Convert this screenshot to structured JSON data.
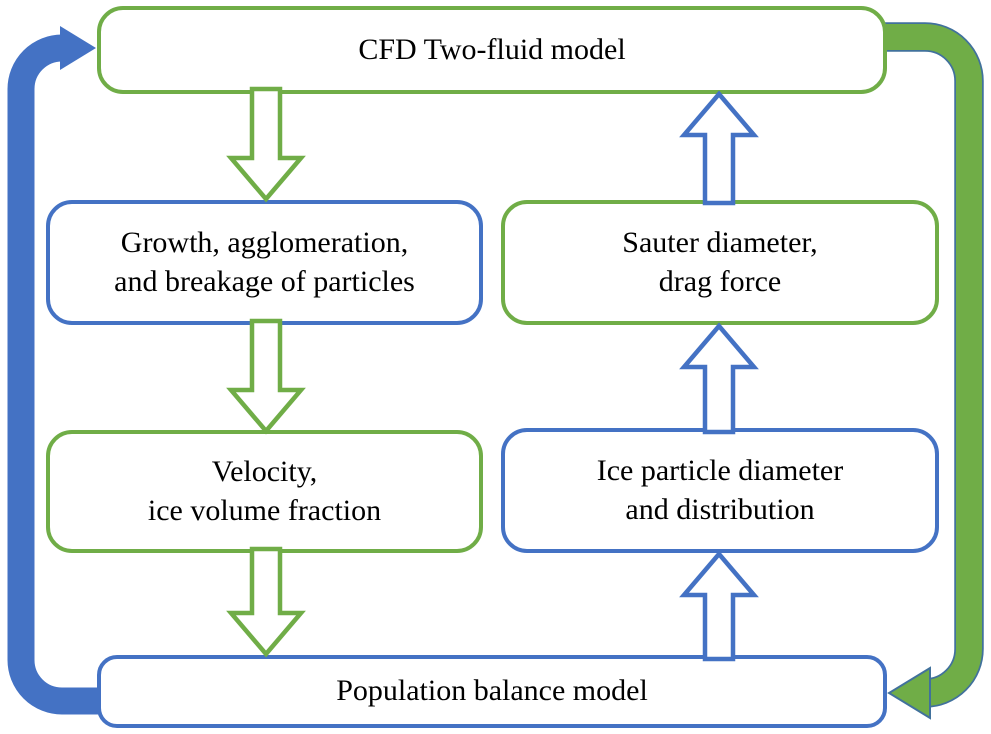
{
  "colors": {
    "green": "#70AD47",
    "blue": "#4472C4",
    "green_arrow_outline": "#41719C",
    "text": "#000000",
    "background": "#FFFFFF"
  },
  "boxes": {
    "cfd": {
      "label": "CFD Two-fluid model",
      "border_color": "green"
    },
    "growth": {
      "lines": [
        "Growth, agglomeration,",
        "and breakage of particles"
      ],
      "border_color": "blue"
    },
    "sauter": {
      "lines": [
        "Sauter diameter,",
        "drag force"
      ],
      "border_color": "green"
    },
    "velocity": {
      "lines": [
        "Velocity,",
        "ice volume fraction"
      ],
      "border_color": "green"
    },
    "ice": {
      "lines": [
        "Ice particle diameter",
        "and distribution"
      ],
      "border_color": "blue"
    },
    "pbm": {
      "label": "Population balance model",
      "border_color": "blue"
    }
  },
  "arrows": [
    {
      "name": "down-arrow-cfd-to-growth",
      "style": "hollow",
      "color": "#70AD47",
      "from": "CFD Two-fluid model",
      "to": "Growth, agglomeration, and breakage of particles"
    },
    {
      "name": "down-arrow-growth-to-velocity",
      "style": "hollow",
      "color": "#70AD47",
      "from": "Growth, agglomeration, and breakage of particles",
      "to": "Velocity, ice volume fraction"
    },
    {
      "name": "down-arrow-velocity-to-pbm",
      "style": "hollow",
      "color": "#70AD47",
      "from": "Velocity, ice volume fraction",
      "to": "Population balance model"
    },
    {
      "name": "up-arrow-sauter-to-cfd",
      "style": "hollow",
      "color": "#4472C4",
      "from": "Sauter diameter, drag force",
      "to": "CFD Two-fluid model"
    },
    {
      "name": "up-arrow-ice-to-sauter",
      "style": "hollow",
      "color": "#4472C4",
      "from": "Ice particle diameter and distribution",
      "to": "Sauter diameter, drag force"
    },
    {
      "name": "up-arrow-pbm-to-ice",
      "style": "hollow",
      "color": "#4472C4",
      "from": "Population balance model",
      "to": "Ice particle diameter and distribution"
    },
    {
      "name": "loop-arrow-left",
      "style": "solid",
      "color": "#4472C4",
      "from": "Population balance model",
      "to": "CFD Two-fluid model"
    },
    {
      "name": "loop-arrow-right",
      "style": "solid-outlined",
      "color": "#70AD47",
      "from": "CFD Two-fluid model",
      "to": "Population balance model"
    }
  ]
}
